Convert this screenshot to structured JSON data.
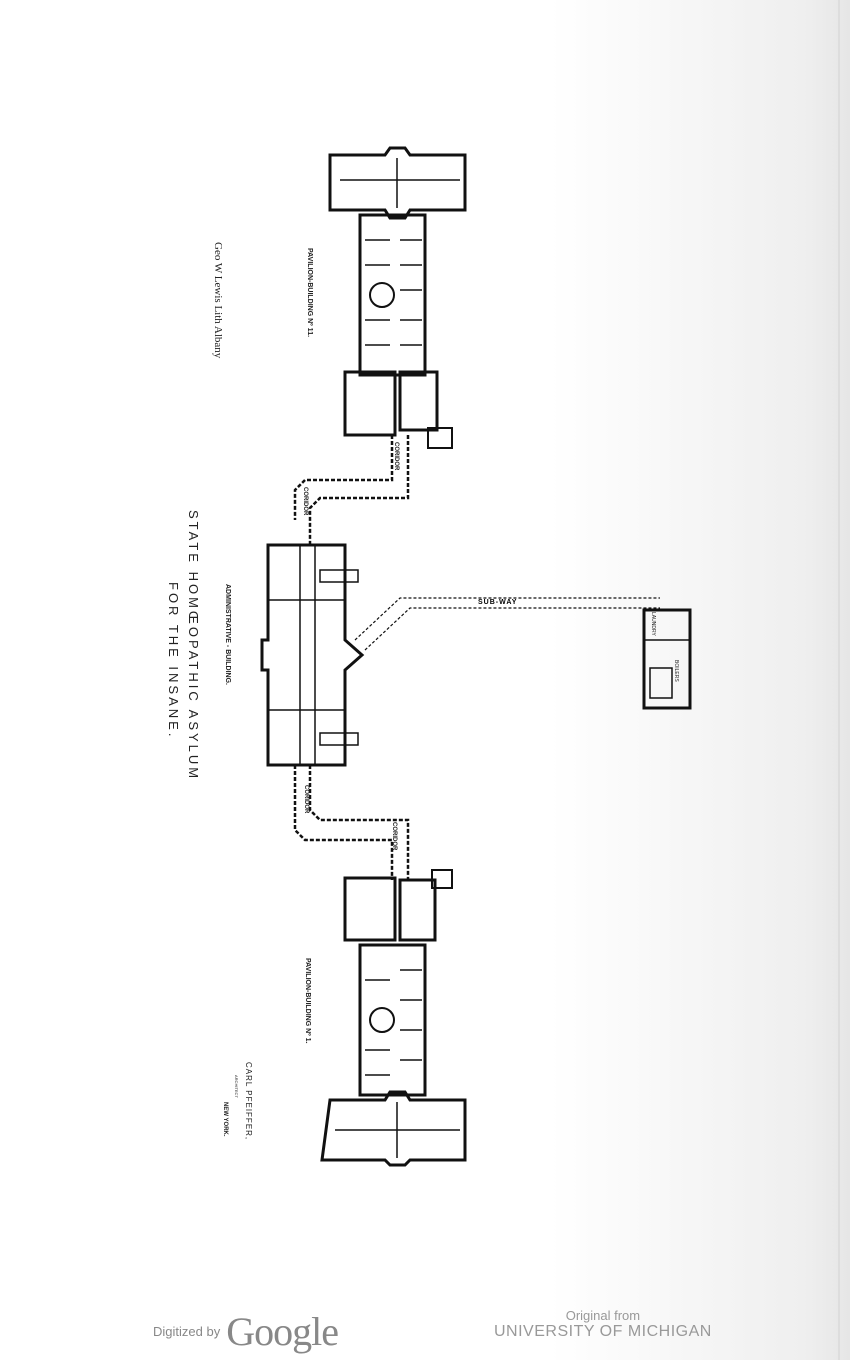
{
  "title": {
    "line1": "STATE  HOMŒOPATHIC ASYLUM",
    "line2": "FOR THE INSANE."
  },
  "labels": {
    "pavilion_upper": "PAVILION-BUILDING Nº 11.",
    "pavilion_lower": "PAVILION-BUILDING Nº 1.",
    "administrative": "ADMINISTRATIVE - BUILDING.",
    "corridor": "CORIDOR",
    "subway": "SUB-WAY",
    "laundry": "LAUNDRY",
    "boilers": "BOILERS"
  },
  "lithographer": "Geo W Lewis Lith Albany",
  "architect": {
    "name": "CARL PFEIFFER,",
    "role": "ARCHITECT",
    "city": "NEW YORK."
  },
  "footer": {
    "digitized_by": "Digitized by",
    "google": "Google",
    "original_from": "Original from",
    "university": "UNIVERSITY OF MICHIGAN"
  }
}
